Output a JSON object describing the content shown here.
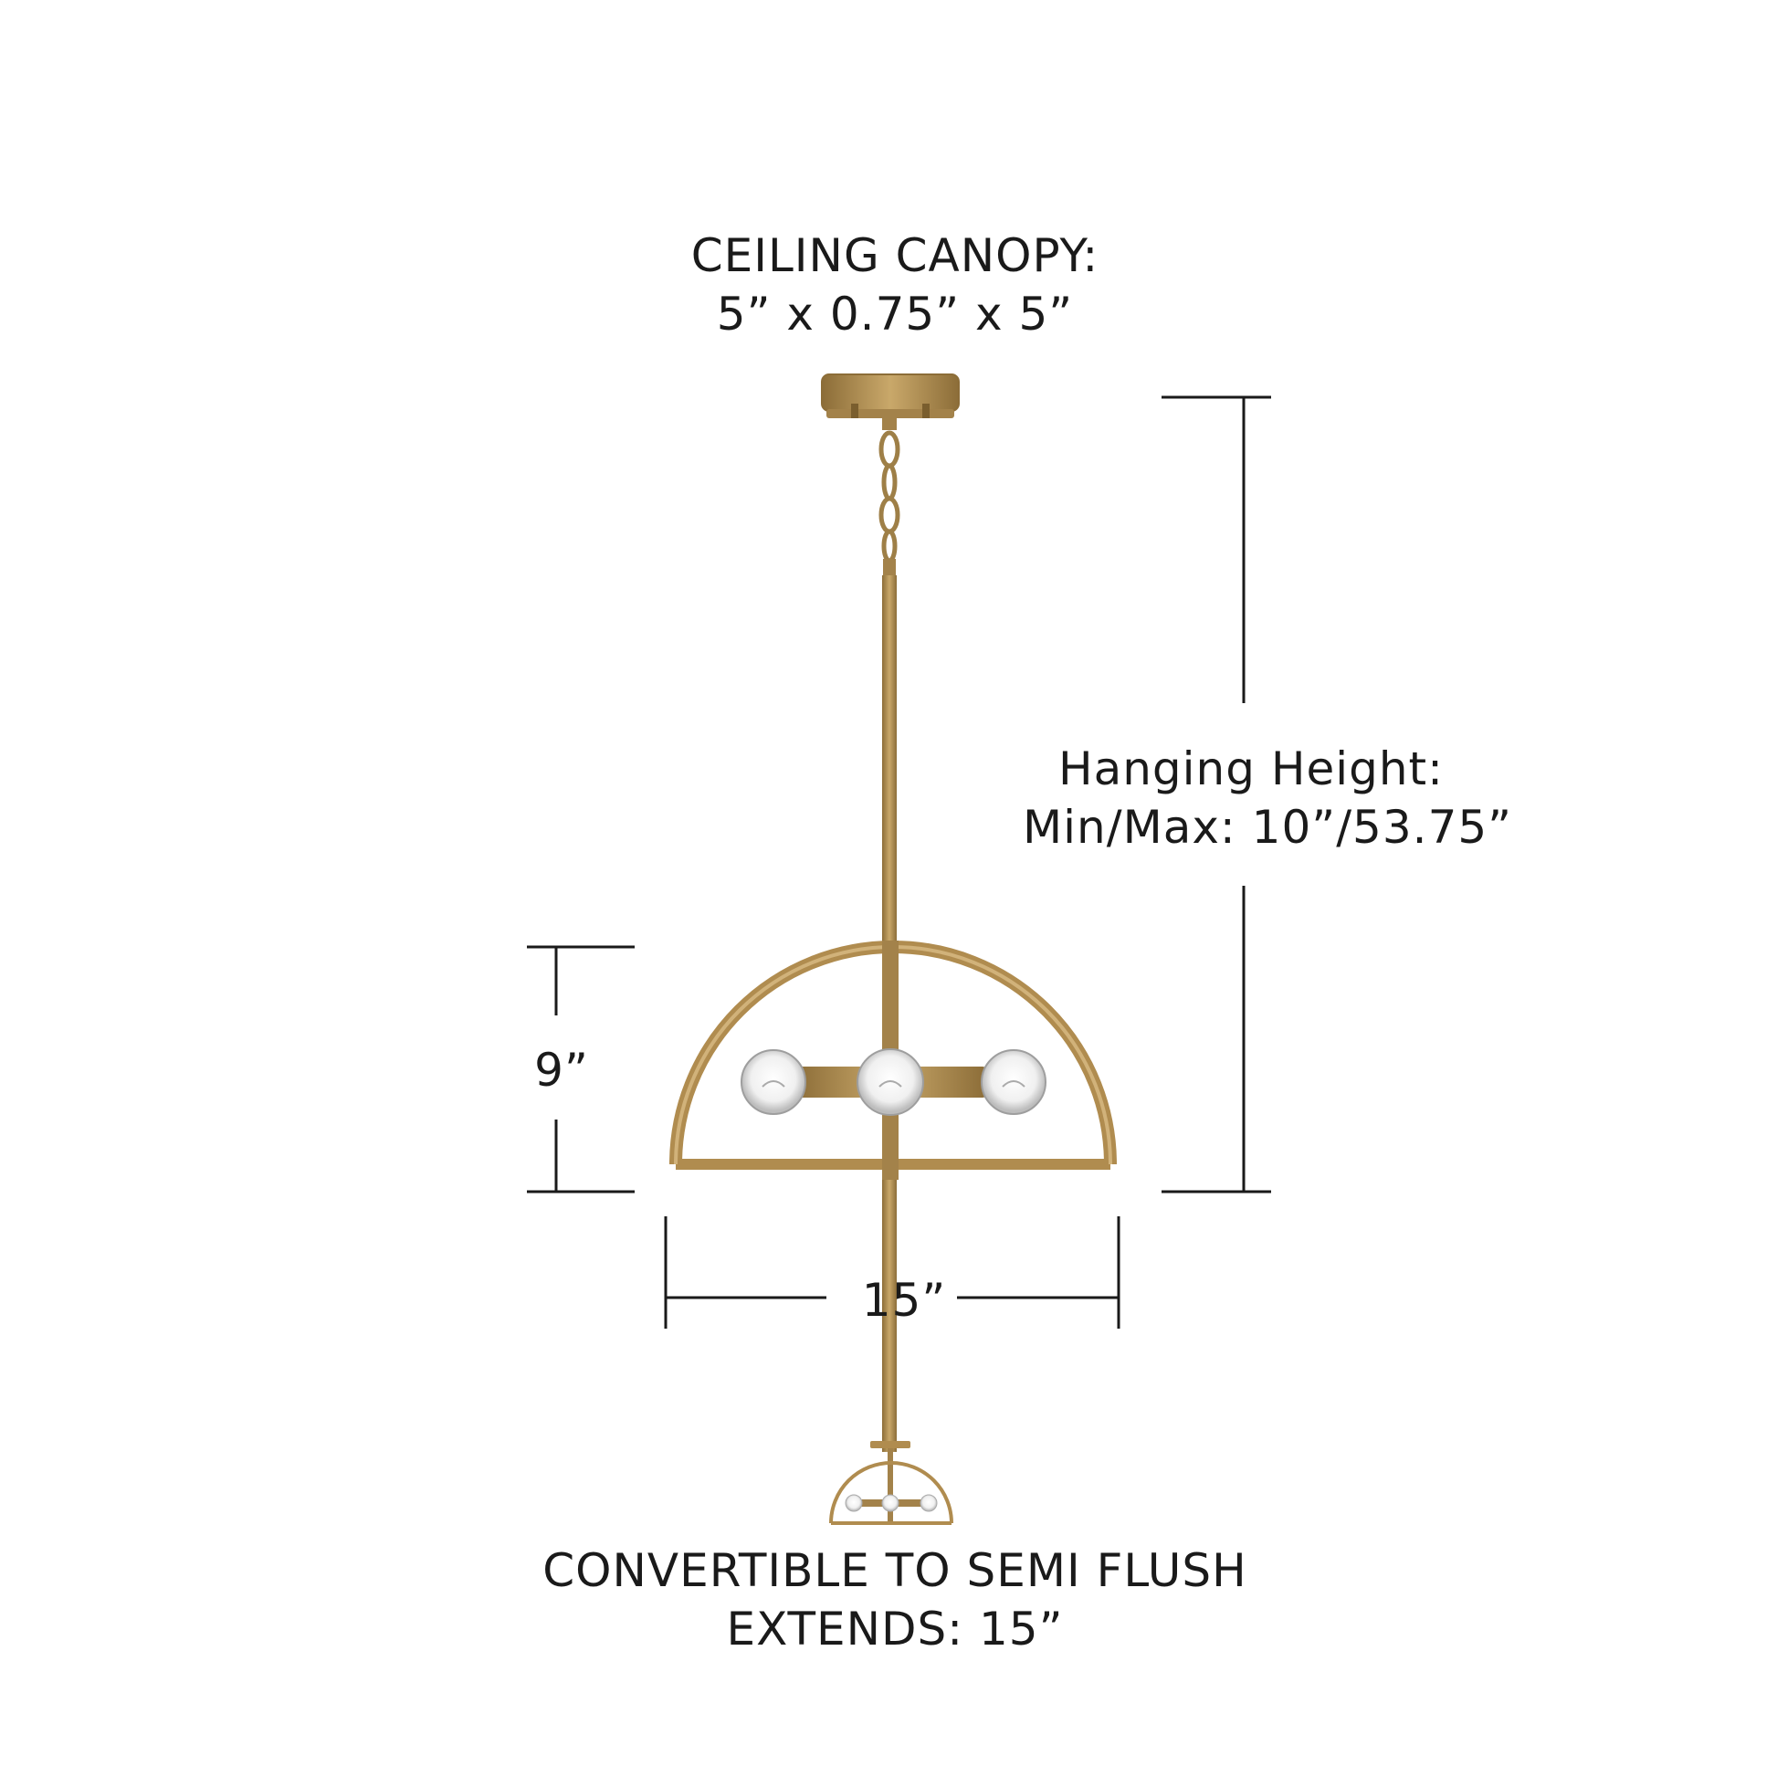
{
  "canopy": {
    "line1": "CEILING CANOPY:",
    "line2": "5” x 0.75” x 5”"
  },
  "hanging_height": {
    "line1": "Hanging Height:",
    "line2": "Min/Max: 10”/53.75”"
  },
  "dimensions": {
    "height": "9”",
    "width": "15”"
  },
  "semi_flush": {
    "line1": "CONVERTIBLE TO SEMI FLUSH",
    "line2": "EXTENDS: 15”"
  },
  "colors": {
    "brass": "#b8965a",
    "brass_dark": "#8c6d38",
    "line": "#1a1a1a"
  }
}
